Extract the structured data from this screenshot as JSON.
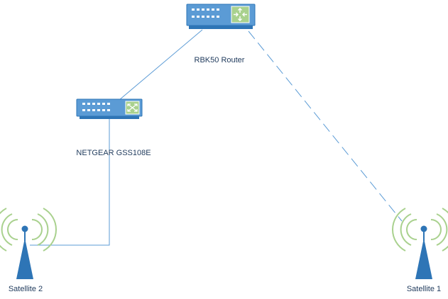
{
  "nodes": {
    "router": {
      "label": "RBK50 Router",
      "icon": "router-icon"
    },
    "switch": {
      "label": "NETGEAR GSS108E",
      "icon": "switch-icon"
    },
    "satellite_1": {
      "label": "Satellite 1",
      "icon": "antenna-icon"
    },
    "satellite_2": {
      "label": "Satellite 2",
      "icon": "antenna-icon"
    }
  },
  "links": [
    {
      "from": "router",
      "to": "switch",
      "style": "solid"
    },
    {
      "from": "switch",
      "to": "satellite_2",
      "style": "solid"
    },
    {
      "from": "router",
      "to": "satellite_1",
      "style": "dashed"
    }
  ],
  "colors": {
    "device_fill": "#5b9bd5",
    "device_stroke": "#2e75b6",
    "router_panel": "#a9d18e",
    "signal_waves": "#a9d18e",
    "antenna_fill": "#2e75b6",
    "line": "#5b9bd5"
  }
}
